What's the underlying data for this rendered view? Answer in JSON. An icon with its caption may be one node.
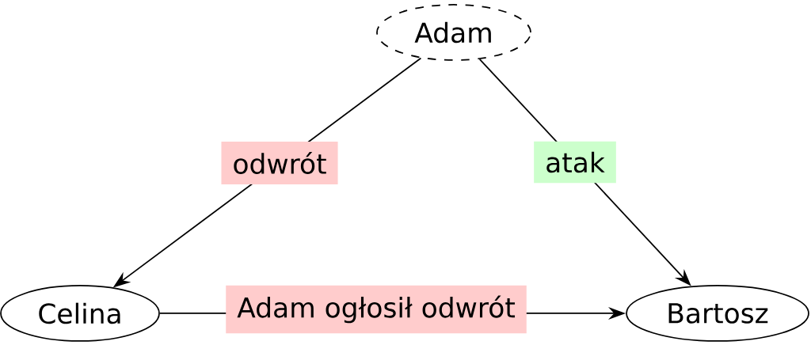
{
  "diagram": {
    "nodes": [
      {
        "text": [
          "Adam"
        ]
      },
      {
        "text": [
          "Celina"
        ]
      },
      {
        "text": [
          "Bartosz"
        ]
      }
    ],
    "edges": [
      {
        "from": 0,
        "to": 1,
        "arrow": "to",
        "label": "odwrót"
      },
      {
        "from": 0,
        "to": 2,
        "arrow": "to",
        "label": "atak"
      },
      {
        "from": 1,
        "to": 2,
        "arrow": "to",
        "label": "Adam ogłosił odwrót"
      }
    ]
  }
}
